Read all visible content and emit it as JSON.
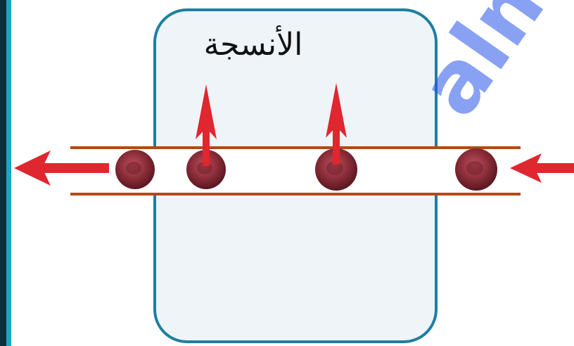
{
  "diagram": {
    "tissue_label": "الأنسجة",
    "watermark_text": "alman",
    "colors": {
      "tissue_border": "#1e7fa0",
      "tissue_fill": "#eef4f8",
      "vessel_wall": "#b04a1a",
      "arrow": "#e0262e",
      "cell": "#8b2e3a",
      "watermark": "#2a55e8"
    },
    "cells": [
      {
        "id": "cell-1",
        "releasing_to_tissue": false
      },
      {
        "id": "cell-2",
        "releasing_to_tissue": true
      },
      {
        "id": "cell-3",
        "releasing_to_tissue": true
      },
      {
        "id": "cell-4",
        "releasing_to_tissue": false
      }
    ],
    "flow_direction": "right-to-left"
  }
}
